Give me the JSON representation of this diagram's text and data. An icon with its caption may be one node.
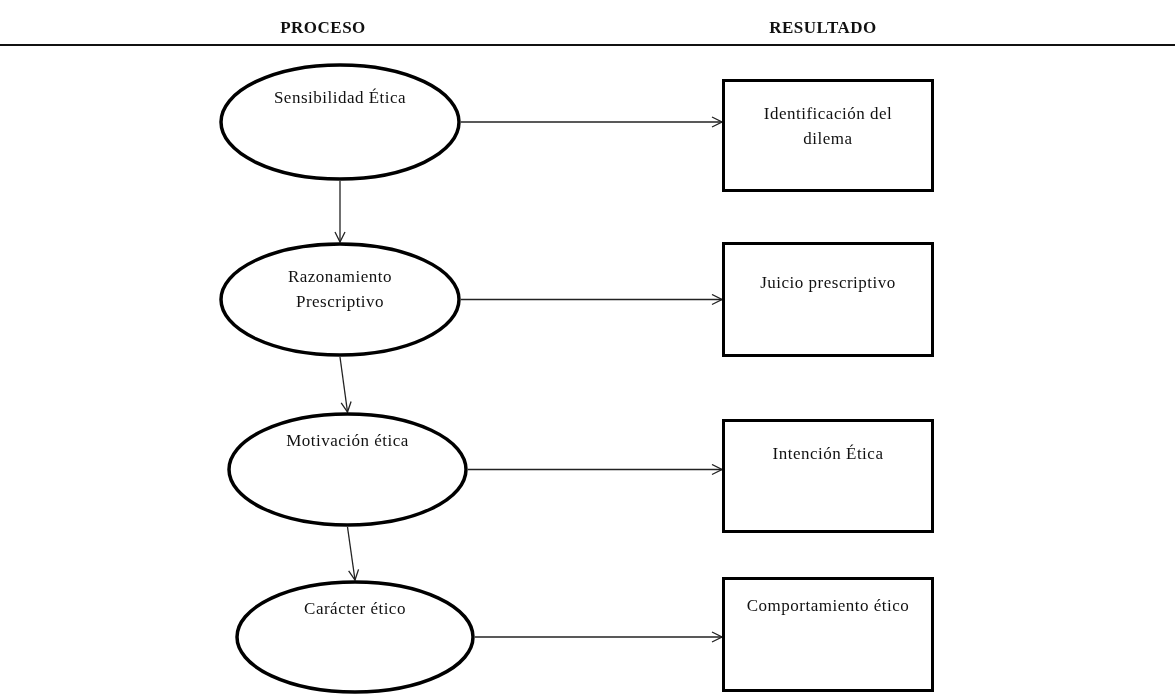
{
  "diagram": {
    "nodes": [
      {
        "text": [
          "Sensibilidad Ética"
        ]
      },
      {
        "text": [
          "Identificación del dilema"
        ]
      },
      {
        "text": [
          "Razonamiento Prescriptivo"
        ]
      },
      {
        "text": [
          "Juicio prescriptivo"
        ]
      },
      {
        "text": [
          "Motivación ética"
        ]
      },
      {
        "text": [
          "Intención Ética"
        ]
      },
      {
        "text": [
          "Carácter ético"
        ]
      },
      {
        "text": [
          "Comportamiento ético"
        ]
      }
    ],
    "edges": [
      {
        "from": 0,
        "to": 1,
        "arrow": "to"
      },
      {
        "from": 0,
        "to": 2,
        "arrow": "to"
      },
      {
        "from": 2,
        "to": 3,
        "arrow": "to"
      },
      {
        "from": 2,
        "to": 4,
        "arrow": "to"
      },
      {
        "from": 4,
        "to": 5,
        "arrow": "to"
      },
      {
        "from": 4,
        "to": 6,
        "arrow": "to"
      },
      {
        "from": 6,
        "to": 7,
        "arrow": "to"
      }
    ],
    "labels": [
      "PROCESO",
      "RESULTADO"
    ]
  }
}
